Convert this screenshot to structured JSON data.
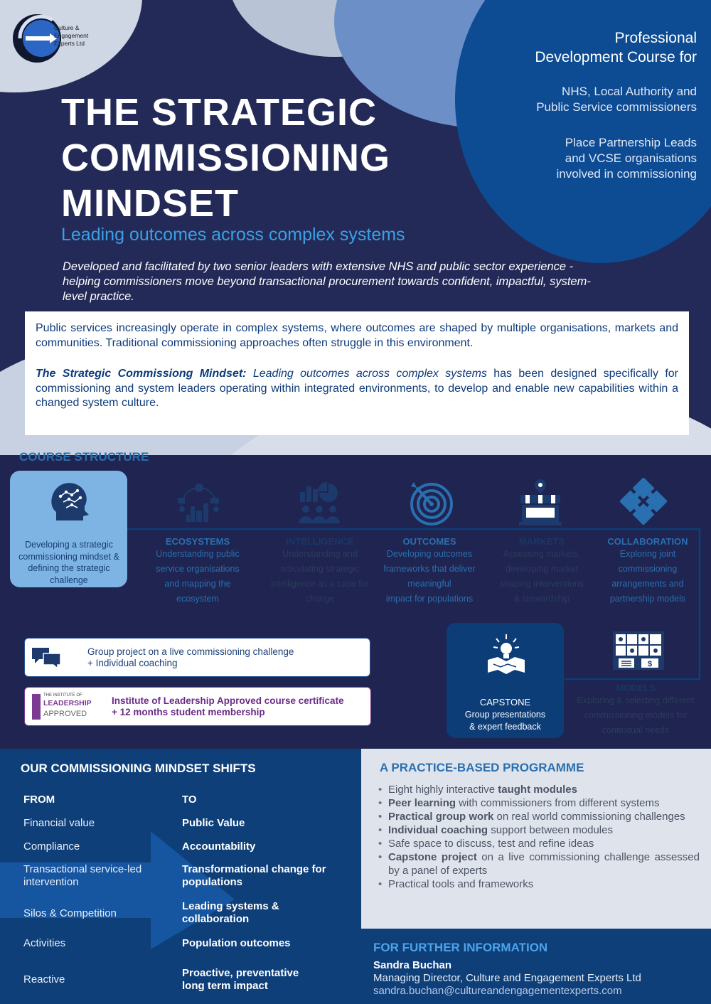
{
  "logo": {
    "line1": "Culture &",
    "line2": "Engagement",
    "line3": "Experts Ltd"
  },
  "audience": {
    "lead1": "Professional",
    "lead2": "Development Course for",
    "group1_l1": "NHS, Local Authority and",
    "group1_l2": "Public Service commissioners",
    "group2_l1": "Place Partnership Leads",
    "group2_l2": "and VCSE organisations",
    "group2_l3": "involved in commissioning"
  },
  "title": {
    "line1": "THE STRATEGIC",
    "line2": "COMMISSIONING",
    "line3": "MINDSET"
  },
  "subtitle": "Leading outcomes across complex systems",
  "intro": "Developed and facilitated by two senior leaders with extensive NHS and public sector experience - helping commissioners move beyond transactional procurement towards confident, impactful, system-level practice.",
  "summary": {
    "p1": "Public services increasingly operate in complex systems, where outcomes are shaped by multiple organisations, markets and communities. Traditional commissioning approaches often struggle in this environment.",
    "p2_em": "The Strategic Commissiong Mindset:",
    "p2_it": " Leading outcomes across complex systems",
    "p2_rest": " has been designed specifically for commissioning and system leaders operating within integrated environments, to develop and enable new capabilities within a changed system culture."
  },
  "course": {
    "heading": "COURSE STRUCTURE",
    "first": "Developing a strategic commissioning mindset & defining the strategic challenge",
    "modules": [
      {
        "title": "ECOSYSTEMS",
        "desc": [
          "Understanding public",
          "service organisations",
          "and mapping the",
          "ecosystem"
        ]
      },
      {
        "title": "INTELLIGENCE",
        "desc": [
          "Understanding and",
          "articulating strategic",
          "intelligence as a case for",
          "change"
        ]
      },
      {
        "title": "OUTCOMES",
        "desc": [
          "Developing outcomes",
          "frameworks that deliver",
          "meaningful",
          "impact for populations"
        ]
      },
      {
        "title": "MARKETS",
        "desc": [
          "Assessing markets,",
          "developing market",
          "shaping interventions",
          "& stewardship"
        ]
      },
      {
        "title": "COLLABORATION",
        "desc": [
          "Exploring joint",
          "commissioning",
          "arrangements and",
          "partnership models"
        ]
      }
    ],
    "models": {
      "title": "MODELS",
      "desc": [
        "Exploring & selecting different",
        "commissioning models for",
        "contextual needs"
      ]
    },
    "capstone": {
      "title": "CAPSTONE",
      "desc1": "Group presentations",
      "desc2": "& expert feedback"
    },
    "group_project": {
      "l1": "Group project on a live commissioning challenge",
      "l2": "+ Individual coaching"
    },
    "ilm": {
      "l1": "Institute of Leadership Approved course certificate",
      "l2": "+ 12 months student membership",
      "badge_l1": "THE INSTITUTE OF",
      "badge_l2": "LEADERSHIP",
      "badge_l3": "APPROVED"
    }
  },
  "shifts": {
    "heading": "OUR COMMISSIONING MINDSET SHIFTS",
    "from_label": "FROM",
    "to_label": "TO",
    "rows": [
      {
        "from": "Financial value",
        "to": "Public Value"
      },
      {
        "from": "Compliance",
        "to": "Accountability"
      },
      {
        "from": "Transactional service-led intervention",
        "to": "Transformational change for populations"
      },
      {
        "from": "Silos & Competition",
        "to": "Leading systems & collaboration"
      },
      {
        "from": "Activities",
        "to": "Population outcomes"
      },
      {
        "from": "Reactive",
        "to": "Proactive, preventative long term impact"
      }
    ]
  },
  "practice": {
    "heading": "A PRACTICE-BASED PROGRAMME",
    "items": [
      {
        "pre": "Eight highly interactive ",
        "b": "taught modules",
        "post": ""
      },
      {
        "pre": "",
        "b": "Peer learning",
        "post": " with commissioners from different systems"
      },
      {
        "pre": "",
        "b": "Practical group work",
        "post": " on real world commissioning challenges"
      },
      {
        "pre": "",
        "b": "Individual coaching",
        "post": " support between modules"
      },
      {
        "pre": "Safe space to discuss, test and refine ideas",
        "b": "",
        "post": ""
      },
      {
        "pre": "",
        "b": "Capstone project",
        "post": " on a live commissioning challenge assessed by a panel of experts"
      },
      {
        "pre": "Practical tools and frameworks",
        "b": "",
        "post": ""
      }
    ]
  },
  "contact": {
    "heading": "FOR FURTHER INFORMATION",
    "name": "Sandra Buchan",
    "role": "Managing Director, Culture and Engagement Experts Ltd",
    "email": "sandra.buchan@cultureandengagementexperts.com"
  },
  "colors": {
    "navy": "#232a57",
    "dark_blue": "#0e3f79",
    "accent_blue": "#2a6fb0",
    "light_blue": "#7eb4e4",
    "ilm_purple": "#7c3a93"
  },
  "icons": [
    "head-brain-icon",
    "ecosystem-icon",
    "intelligence-icon",
    "target-icon",
    "market-stall-icon",
    "puzzle-icon",
    "lightbulb-plan-icon",
    "models-icon",
    "chat-bubbles-icon",
    "ilm-badge"
  ]
}
